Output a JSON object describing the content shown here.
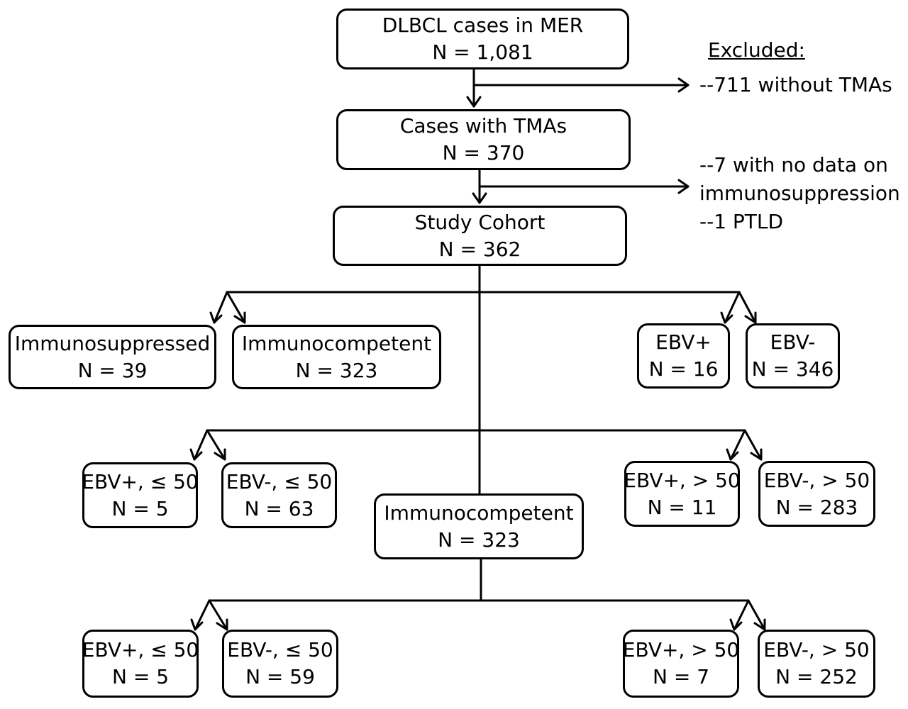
{
  "nodes": {
    "mer": {
      "label": "DLBCL cases  in MER",
      "n": "N = 1,081"
    },
    "tma": {
      "label": "Cases with TMAs",
      "n": "N = 370"
    },
    "cohort": {
      "label": "Study Cohort",
      "n": "N = 362"
    },
    "immsup": {
      "label": "Immunosuppressed",
      "n": "N = 39"
    },
    "immcomp": {
      "label": "Immunocompetent",
      "n": "N = 323"
    },
    "ebvpos": {
      "label": "EBV+",
      "n": "N = 16"
    },
    "ebvneg": {
      "label": "EBV-",
      "n": "N = 346"
    },
    "a_pos_le50": {
      "label": "EBV+, ≤ 50",
      "n": "N  = 5"
    },
    "a_neg_le50": {
      "label": "EBV-, ≤ 50",
      "n": "N  = 63"
    },
    "a_pos_gt50": {
      "label": "EBV+, > 50",
      "n": "N  = 11"
    },
    "a_neg_gt50": {
      "label": "EBV-, > 50",
      "n": "N  = 283"
    },
    "immcomp2": {
      "label": "Immunocompetent",
      "n": "N = 323"
    },
    "b_pos_le50": {
      "label": "EBV+, ≤ 50",
      "n": "N  = 5"
    },
    "b_neg_le50": {
      "label": "EBV-, ≤ 50",
      "n": "N  = 59"
    },
    "b_pos_gt50": {
      "label": "EBV+, > 50",
      "n": "N  = 7"
    },
    "b_neg_gt50": {
      "label": "EBV-, > 50",
      "n": "N  = 252"
    }
  },
  "excluded": {
    "title": "Excluded:",
    "item1": "--711 without TMAs",
    "item2a": "--7 with no data on",
    "item2b": "immunosuppression",
    "item3": "--1 PTLD"
  }
}
